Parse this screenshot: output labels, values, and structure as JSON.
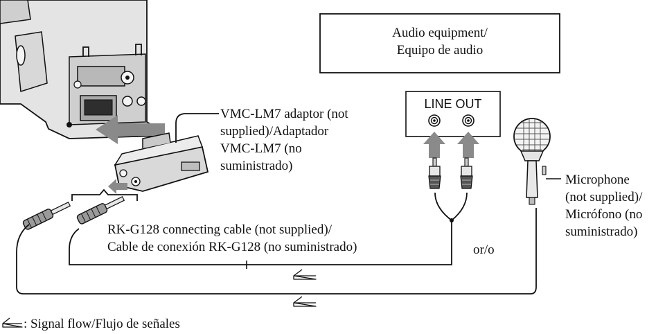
{
  "audio_equipment": {
    "label_line1": "Audio equipment/",
    "label_line2": "Equipo de audio",
    "jack_panel_label": "LINE OUT"
  },
  "adaptor": {
    "label_line1": "VMC-LM7 adaptor (not",
    "label_line2": "supplied)/Adaptador",
    "label_line3": "VMC-LM7 (no",
    "label_line4": "suministrado)"
  },
  "cable": {
    "label_line1": "RK-G128 connecting cable (not supplied)/",
    "label_line2": "Cable de conexión RK-G128 (no suministrado)"
  },
  "microphone": {
    "label_line1": "Microphone",
    "label_line2": "(not supplied)/",
    "label_line3": "Micrófono (no",
    "label_line4": "suministrado)"
  },
  "alternative_text": "or/o",
  "legend": {
    "text": ": Signal flow/Flujo de señales",
    "icon": "signal-flow-arrow-icon"
  },
  "colors": {
    "stroke": "#111111",
    "camera_body": "#e4e4e4",
    "flow_arrow": "#8a8a8a"
  }
}
